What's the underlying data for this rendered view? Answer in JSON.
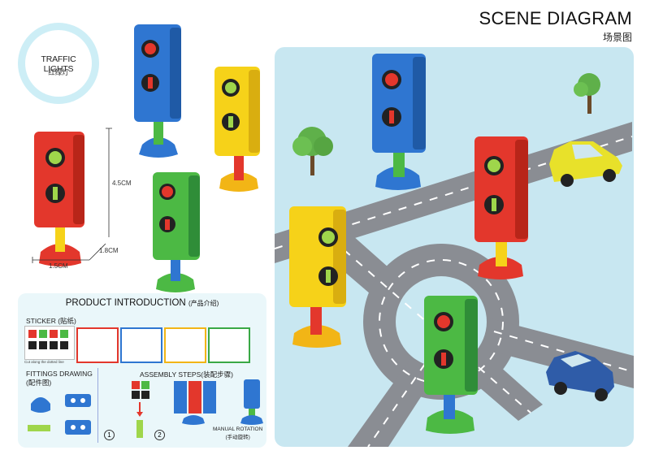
{
  "badge": {
    "title": "TRAFFIC LIGHTS",
    "subtitle": "红绿灯"
  },
  "scene": {
    "title": "SCENE DIAGRAM",
    "subtitle": "场景图"
  },
  "dimensions": {
    "height": "4.5CM",
    "depth": "1.8CM",
    "width": "1.5CM"
  },
  "product": {
    "title": "PRODUCT INTRODUCTION",
    "title_zh": "(产品介绍)",
    "sticker_label": "STICKER (贴纸)",
    "sticker_caption": "Cut along the dotted line",
    "fittings_label": "FITTINGS DRAWING",
    "fittings_label_zh": "(配件图)",
    "assembly_label": "ASSEMBLY STEPS(装配步骤)",
    "step1": "1",
    "step2": "2",
    "rotation_label": "MANUAL ROTATION",
    "rotation_label_zh": "(手动旋转)"
  },
  "colors": {
    "red": "#e3372c",
    "blue": "#2f76d1",
    "yellow": "#f6d219",
    "green": "#4cb944",
    "lime": "#9fd64b",
    "scene_bg": "#c8e7f1",
    "road": "#8a8d93",
    "panel_bg": "#eaf7fa"
  }
}
